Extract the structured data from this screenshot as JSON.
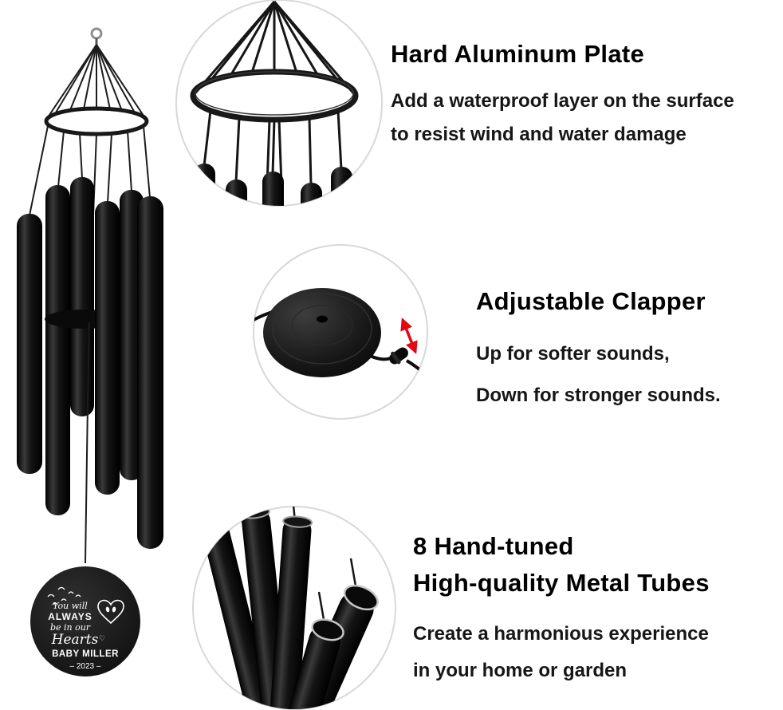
{
  "features": [
    {
      "title": "Hard Aluminum Plate",
      "lines": [
        "Add a waterproof layer on the surface",
        "to resist wind and water damage"
      ]
    },
    {
      "title": "Adjustable Clapper",
      "lines": [
        "Up for softer sounds,",
        "Down for stronger sounds."
      ]
    },
    {
      "title_lines": [
        "8 Hand-tuned",
        "High-quality Metal Tubes"
      ],
      "lines": [
        "Create a harmonious experience",
        "in your home or garden"
      ]
    }
  ],
  "medallion": {
    "line1": "You will",
    "line2": "ALWAYS",
    "line3": "be in our",
    "line4": "Hearts",
    "heart": "♡",
    "name": "BABY MILLER",
    "year": "– 2023 –"
  },
  "colors": {
    "arrow_red": "#e30613",
    "tube_black": "#0d0d0d",
    "circle_border": "#d8d8d8"
  }
}
